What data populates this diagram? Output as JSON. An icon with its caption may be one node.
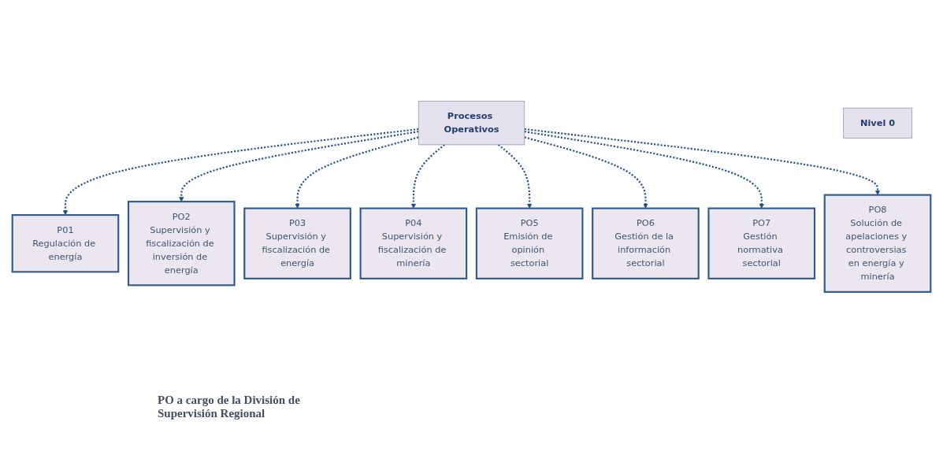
{
  "diagram": {
    "nodes": [
      {
        "text": [
          "Procesos Operativos"
        ]
      },
      {
        "text": [
          "P01",
          "Regulación de energía"
        ]
      },
      {
        "text": [
          "PO2",
          "Supervisión y fiscalización de inversión de energía"
        ]
      },
      {
        "text": [
          "P03",
          "Supervisión y fiscalización de energía"
        ]
      },
      {
        "text": [
          "P04",
          "Supervisión y fiscalización de minería"
        ]
      },
      {
        "text": [
          "PO5",
          "Emisión de opinión sectorial"
        ]
      },
      {
        "text": [
          "PO6",
          "Gestión de la información sectorial"
        ]
      },
      {
        "text": [
          "PO7",
          "Gestión normativa sectorial"
        ]
      },
      {
        "text": [
          "PO8",
          "Solución de apelaciones y controversias en energía y minería"
        ]
      },
      {
        "text": [
          "Nivel 0"
        ]
      }
    ],
    "edges": [
      {
        "from": 0,
        "to": 1,
        "arrow": "to",
        "style": "dashed"
      },
      {
        "from": 0,
        "to": 2,
        "arrow": "to",
        "style": "dashed"
      },
      {
        "from": 0,
        "to": 3,
        "arrow": "to",
        "style": "dashed"
      },
      {
        "from": 0,
        "to": 4,
        "arrow": "to",
        "style": "dashed"
      },
      {
        "from": 0,
        "to": 5,
        "arrow": "to",
        "style": "dashed"
      },
      {
        "from": 0,
        "to": 6,
        "arrow": "to",
        "style": "dashed"
      },
      {
        "from": 0,
        "to": 7,
        "arrow": "to",
        "style": "dashed"
      },
      {
        "from": 0,
        "to": 8,
        "arrow": "to",
        "style": "dashed"
      }
    ],
    "labels": [
      "PO a cargo de la División de Supervisión Regional"
    ]
  }
}
